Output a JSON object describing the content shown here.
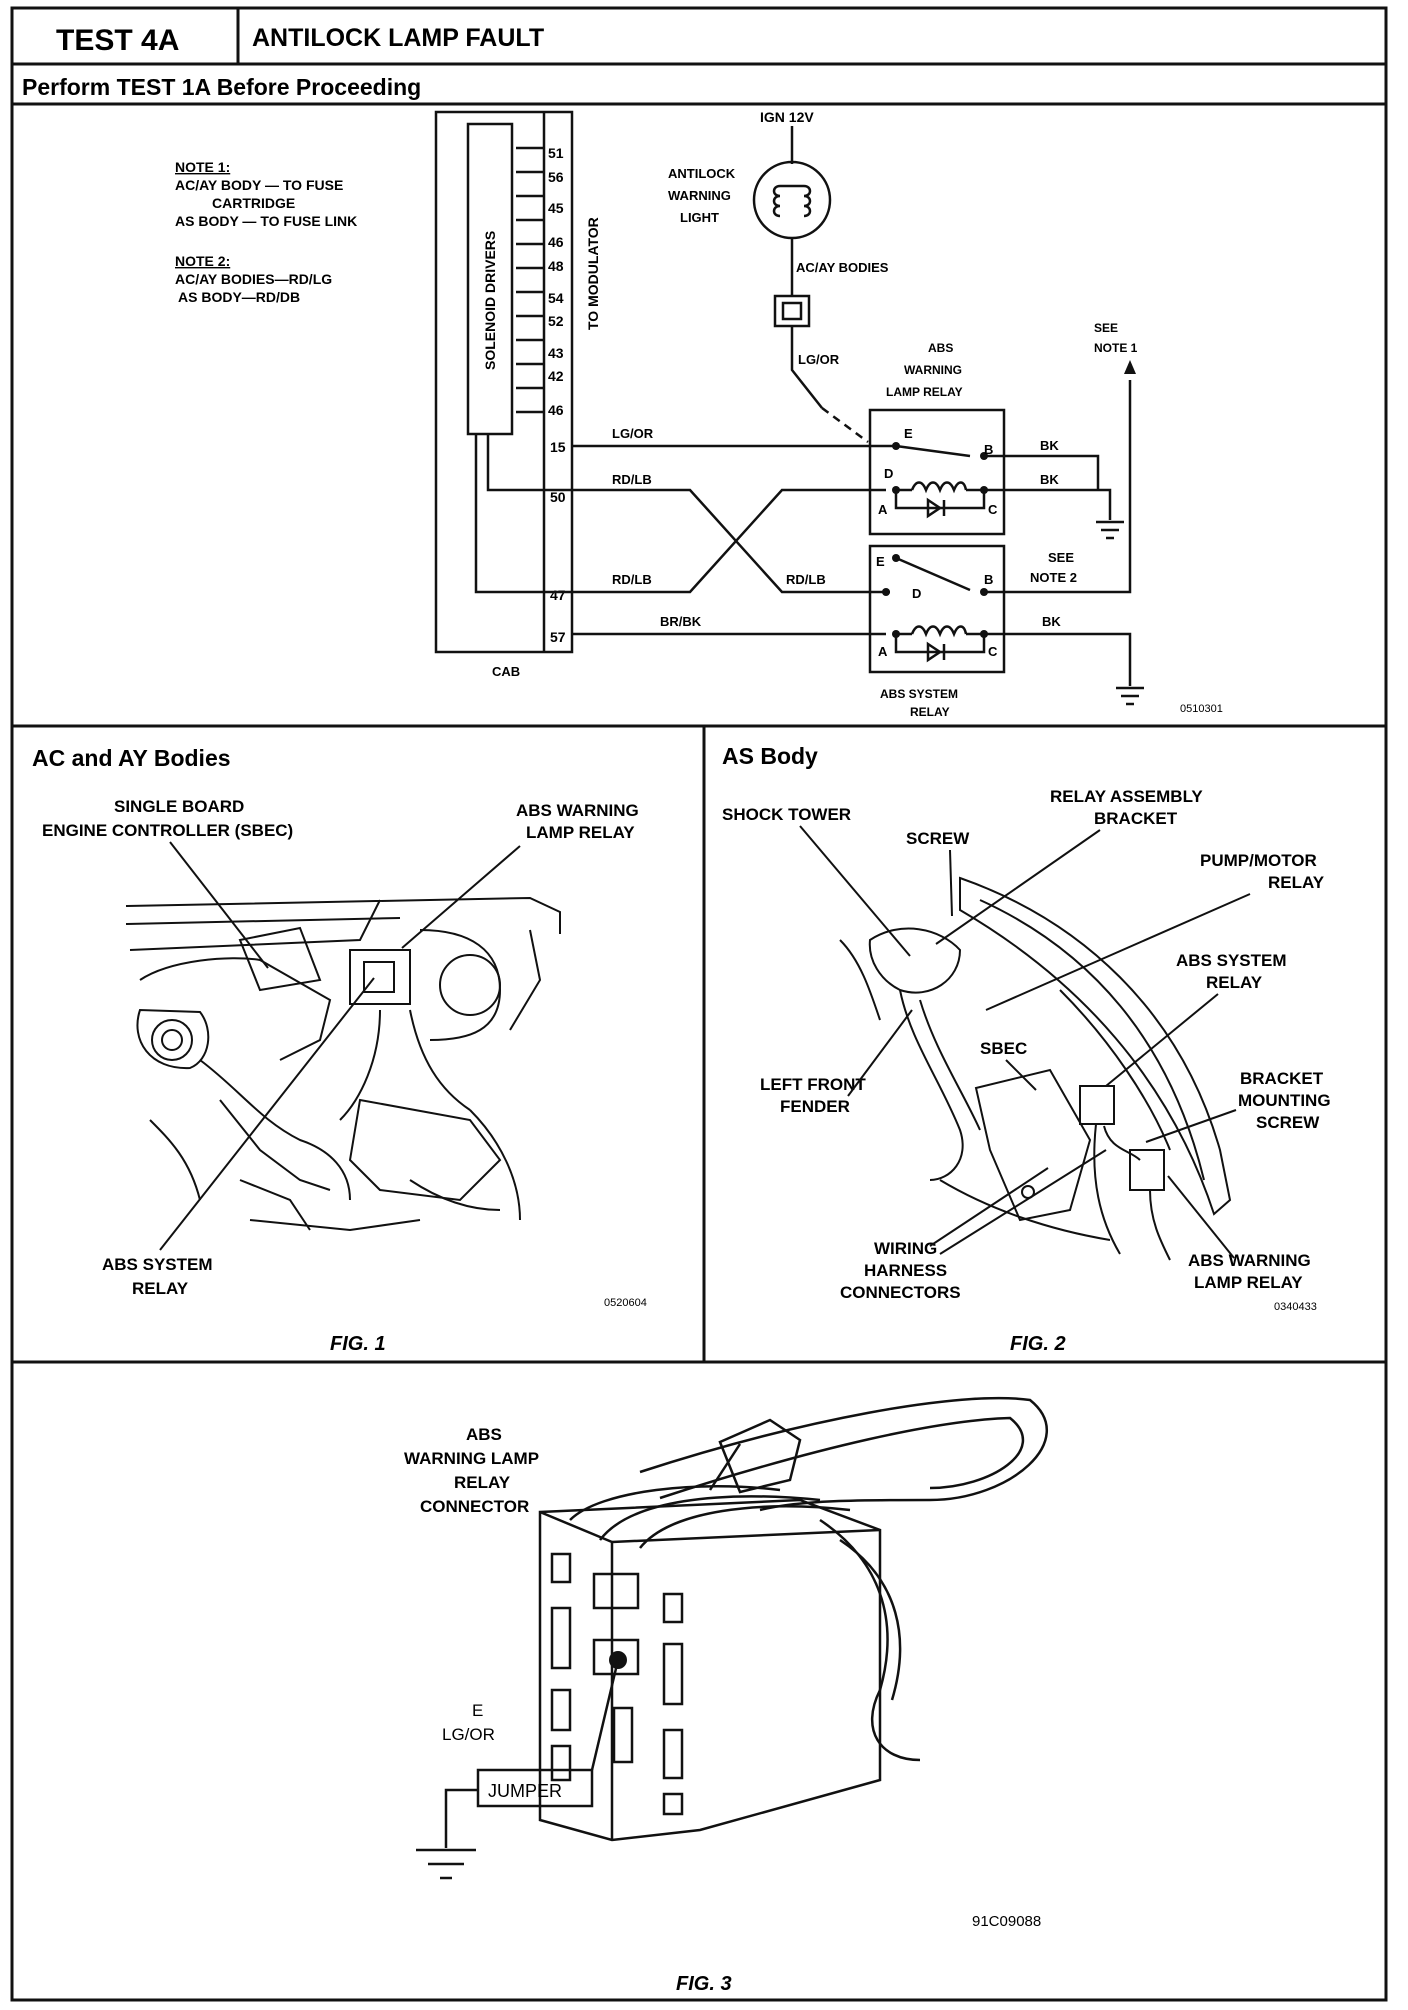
{
  "header": {
    "test_id": "TEST 4A",
    "title": "ANTILOCK LAMP FAULT",
    "subtitle": "Perform TEST 1A Before Proceeding"
  },
  "schematic": {
    "note1_title": "NOTE 1:",
    "note1_line1": "AC/AY BODY — TO FUSE",
    "note1_line2": "CARTRIDGE",
    "note1_line3": "AS BODY — TO FUSE LINK",
    "note2_title": "NOTE 2:",
    "note2_line1": "AC/AY BODIES—RD/LG",
    "note2_line2": "AS BODY—RD/DB",
    "solenoid_label": "SOLENOID DRIVERS",
    "modulator_label": "TO MODULATOR",
    "cab_label": "CAB",
    "pins_top": [
      "51",
      "56",
      "45",
      "46",
      "48",
      "54",
      "52",
      "43",
      "42",
      "46"
    ],
    "pin_15": "15",
    "pin_50": "50",
    "pin_47": "47",
    "pin_57": "57",
    "ign_label": "IGN 12V",
    "lamp_label_1": "ANTILOCK",
    "lamp_label_2": "WARNING",
    "lamp_label_3": "LIGHT",
    "bodies_label": "AC/AY BODIES",
    "wire_lgor_1": "LG/OR",
    "wire_lgor_2": "LG/OR",
    "wire_rdlb_1": "RD/LB",
    "wire_rdlb_2": "RD/LB",
    "wire_rdlb_3": "RD/LB",
    "wire_brbk": "BR/BK",
    "wire_bk_1": "BK",
    "wire_bk_2": "BK",
    "wire_bk_3": "BK",
    "relay1_label_1": "ABS",
    "relay1_label_2": "WARNING",
    "relay1_label_3": "LAMP RELAY",
    "relay2_label_1": "ABS SYSTEM",
    "relay2_label_2": "RELAY",
    "see_note1_1": "SEE",
    "see_note1_2": "NOTE 1",
    "see_note2_1": "SEE",
    "see_note2_2": "NOTE 2",
    "term_e": "E",
    "term_b": "B",
    "term_d": "D",
    "term_a": "A",
    "term_c": "C",
    "code": "0510301"
  },
  "fig1": {
    "title": "AC and AY Bodies",
    "sbec_1": "SINGLE BOARD",
    "sbec_2": "ENGINE CONTROLLER (SBEC)",
    "lamp_relay_1": "ABS WARNING",
    "lamp_relay_2": "LAMP RELAY",
    "sys_relay_1": "ABS SYSTEM",
    "sys_relay_2": "RELAY",
    "code": "0520604",
    "caption": "FIG. 1"
  },
  "fig2": {
    "title": "AS Body",
    "shock_tower": "SHOCK TOWER",
    "screw": "SCREW",
    "relay_assy_1": "RELAY ASSEMBLY",
    "relay_assy_2": "BRACKET",
    "pump_1": "PUMP/MOTOR",
    "pump_2": "RELAY",
    "abs_sys_1": "ABS SYSTEM",
    "abs_sys_2": "RELAY",
    "sbec": "SBEC",
    "fender_1": "LEFT FRONT",
    "fender_2": "FENDER",
    "bracket_1": "BRACKET",
    "bracket_2": "MOUNTING",
    "bracket_3": "SCREW",
    "harness_1": "WIRING",
    "harness_2": "HARNESS",
    "harness_3": "CONNECTORS",
    "lamp_relay_1": "ABS WARNING",
    "lamp_relay_2": "LAMP RELAY",
    "code": "0340433",
    "caption": "FIG. 2"
  },
  "fig3": {
    "conn_1": "ABS",
    "conn_2": "WARNING LAMP",
    "conn_3": "RELAY",
    "conn_4": "CONNECTOR",
    "term": "E",
    "wire": "LG/OR",
    "jumper": "JUMPER",
    "code": "91C09088",
    "caption": "FIG. 3"
  }
}
